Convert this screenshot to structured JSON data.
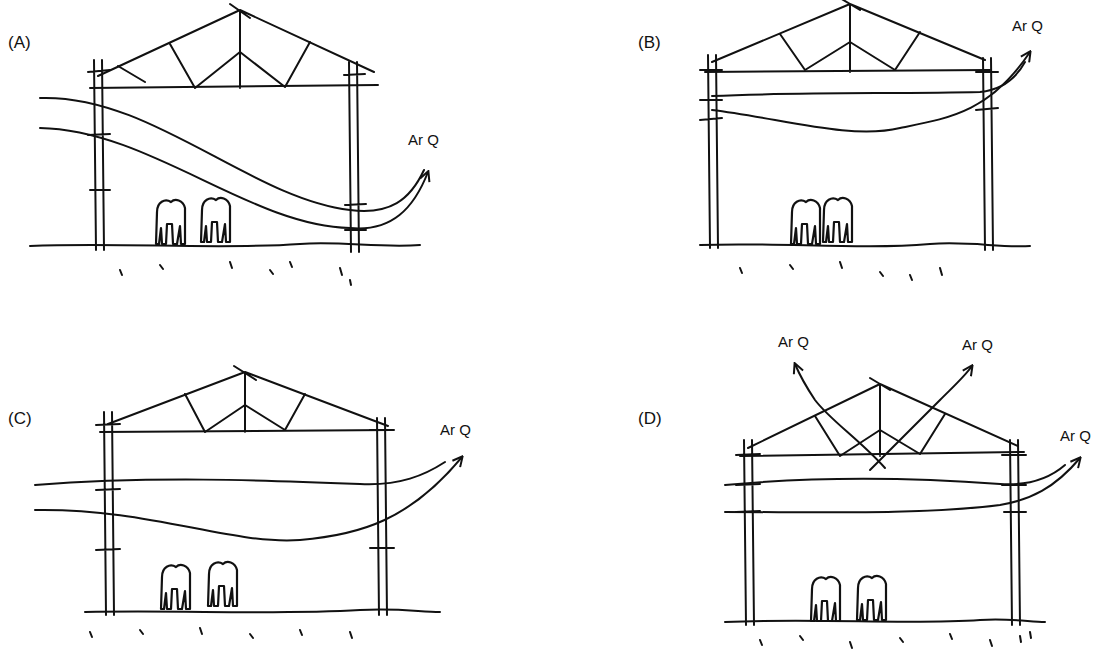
{
  "diagram": {
    "labels": [
      "(A)",
      "Ar Q",
      "(B)",
      "Ar Q",
      "(C)",
      "Ar Q",
      "(D)",
      "Ar Q",
      "Ar Q",
      "Ar Q"
    ]
  }
}
